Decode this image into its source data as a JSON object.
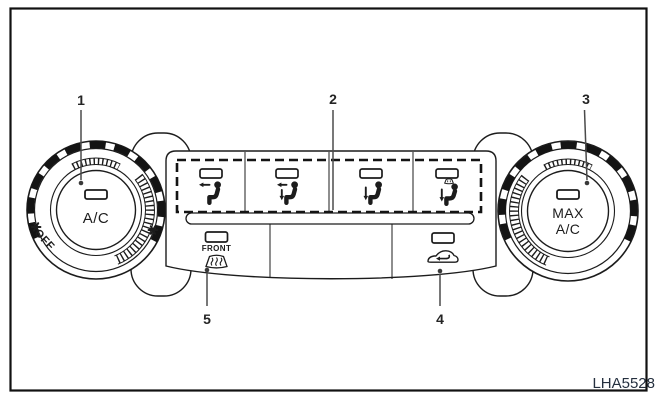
{
  "figure": {
    "code": "LHA5528"
  },
  "callouts": {
    "fan_knob": "1",
    "airflow_buttons": "2",
    "temp_knob": "3",
    "recirculation_button": "4",
    "defrost_button": "5"
  },
  "controls": {
    "fan_knob": {
      "button_label": "A/C",
      "off_label": "OFF"
    },
    "temp_knob": {
      "label_line1": "MAX",
      "label_line2": "A/C"
    },
    "defrost_button": {
      "label": "FRONT"
    }
  },
  "icons": {
    "fan_speed_low": "fan-blades-icon",
    "fan_speed_high": "fan-blades-icon",
    "airflow_face": "seated-person-with-face-arrow",
    "airflow_bilevel": "seated-person-with-face-and-foot-arrows",
    "airflow_foot": "seated-person-with-foot-arrow",
    "airflow_defrost_foot": "seated-person-foot-arrow-with-windshield",
    "front_defrost": "windshield-with-wavy-arrows",
    "recirculation": "car-with-loop-arrow"
  },
  "colors": {
    "ink": "#1c1c1c",
    "figure_code_text": "#25303f"
  }
}
